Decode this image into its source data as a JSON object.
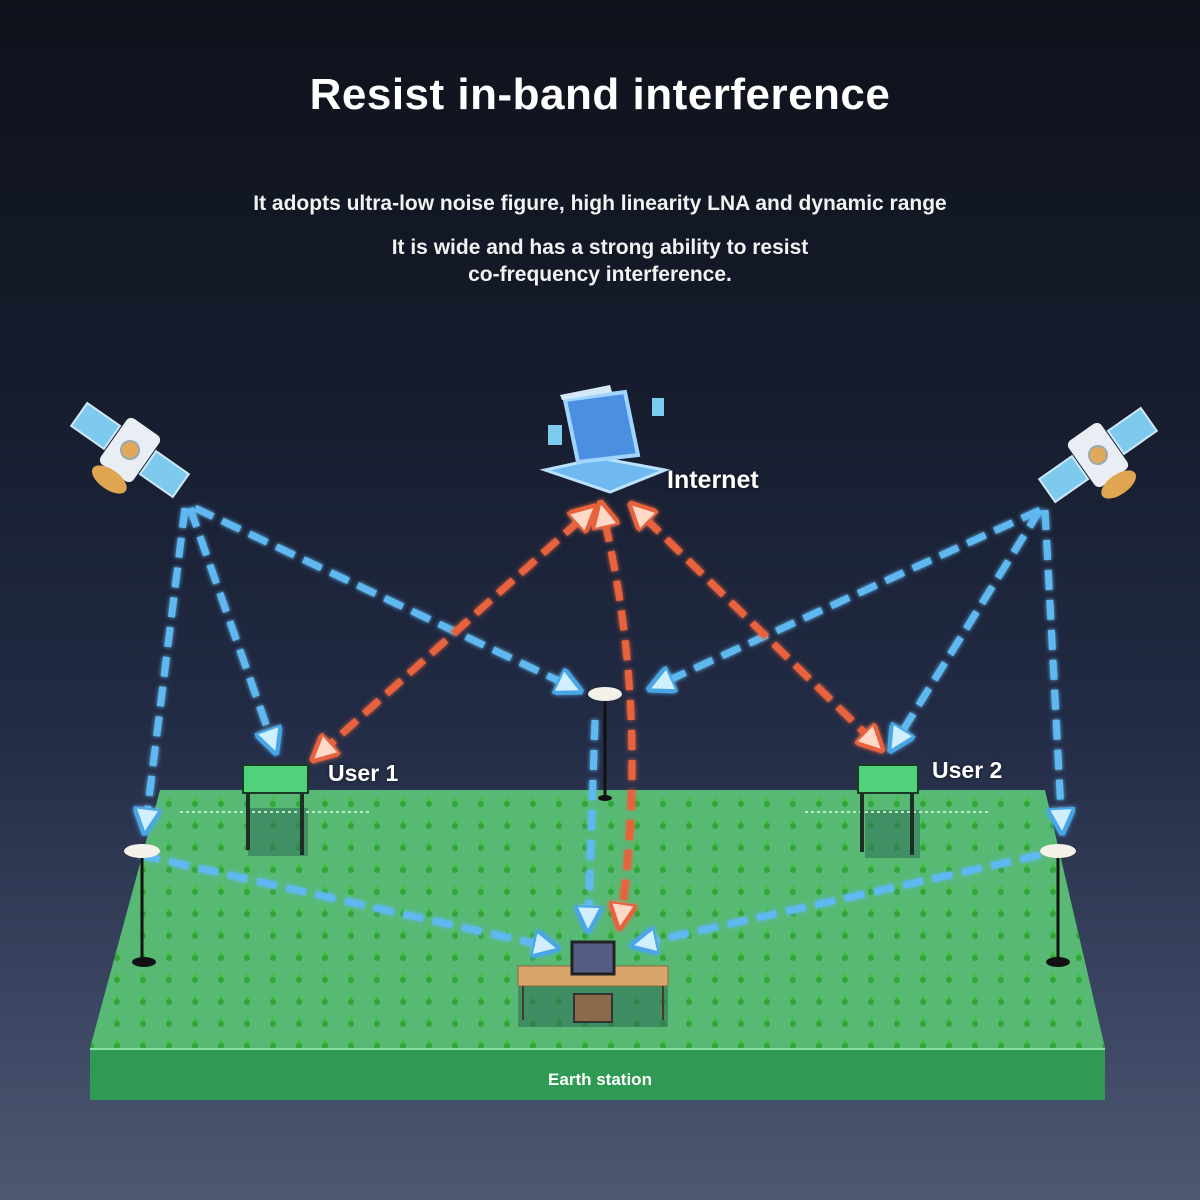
{
  "header": {
    "title": "Resist in-band interference",
    "subtitle_line1": "It adopts ultra-low noise figure, high linearity LNA and dynamic range",
    "subtitle_line2": "It is wide and has a strong ability to resist",
    "subtitle_line3": "co-frequency interference."
  },
  "nodes": {
    "internet": {
      "label": "Internet",
      "icon": "computer-icon"
    },
    "satellite_left": {
      "icon": "satellite-icon"
    },
    "satellite_right": {
      "icon": "satellite-icon"
    },
    "user1": {
      "label": "User 1",
      "icon": "agricultural-machine-icon"
    },
    "user2": {
      "label": "User 2",
      "icon": "agricultural-machine-icon"
    },
    "base_station_center": {
      "icon": "gnss-antenna-icon"
    },
    "base_station_left": {
      "icon": "gnss-antenna-icon"
    },
    "base_station_right": {
      "icon": "gnss-antenna-icon"
    },
    "earth_station": {
      "label": "Earth station",
      "icon": "desk-computer-icon"
    }
  },
  "colors": {
    "satellite_link": "#5fb8ef",
    "internet_link": "#e8643c",
    "field_top": "#4fb56f",
    "field_side": "#2f9a53",
    "crop": "#3fbf3a"
  }
}
